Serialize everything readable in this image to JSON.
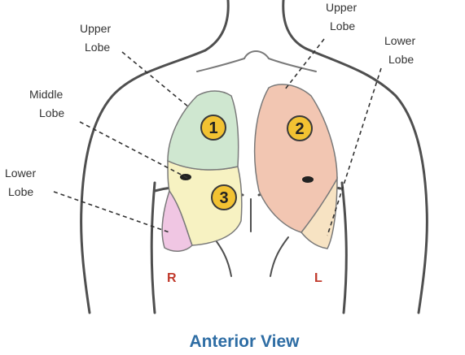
{
  "labels": {
    "right_upper": [
      "Upper",
      "Lobe"
    ],
    "left_upper": [
      "Upper",
      "Lobe"
    ],
    "left_lower": [
      "Lower",
      "Lobe"
    ],
    "right_middle": [
      "Middle",
      "Lobe"
    ],
    "right_lower": [
      "Lower",
      "Lobe"
    ]
  },
  "markers": [
    "1",
    "2",
    "3"
  ],
  "sides": {
    "right": "R",
    "left": "L"
  },
  "title": "Anterior View",
  "colors": {
    "outline": "#4f4f4f",
    "right_upper_lobe": "#cfe7d0",
    "right_middle_lobe": "#f7f2c2",
    "right_lower_lobe": "#f0c6e3",
    "left_upper_lobe": "#f2c6b2",
    "left_lower_lobe": "#f7e3c3",
    "marker_fill": "#f2c232",
    "marker_stroke": "#3a3a3a",
    "side_label": "#c0392b",
    "title": "#2e6da4"
  }
}
